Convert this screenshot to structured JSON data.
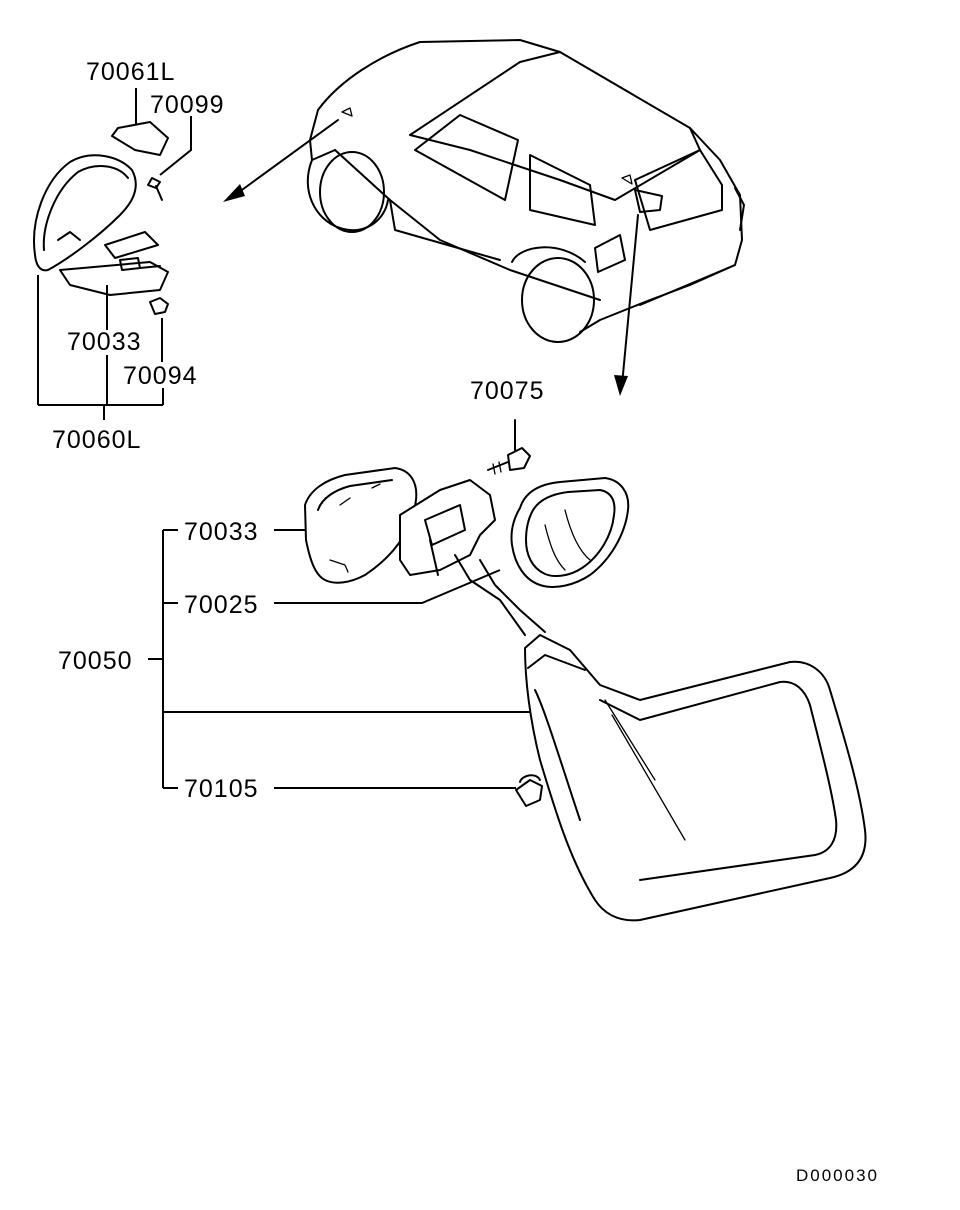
{
  "labels": {
    "p70061L": "70061L",
    "p70099": "70099",
    "p70033_top": "70033",
    "p70094": "70094",
    "p70060L": "70060L",
    "p70075": "70075",
    "p70033_mid": "70033",
    "p70025": "70025",
    "p70050": "70050",
    "p70105": "70105",
    "drawing_code": "D000030"
  }
}
